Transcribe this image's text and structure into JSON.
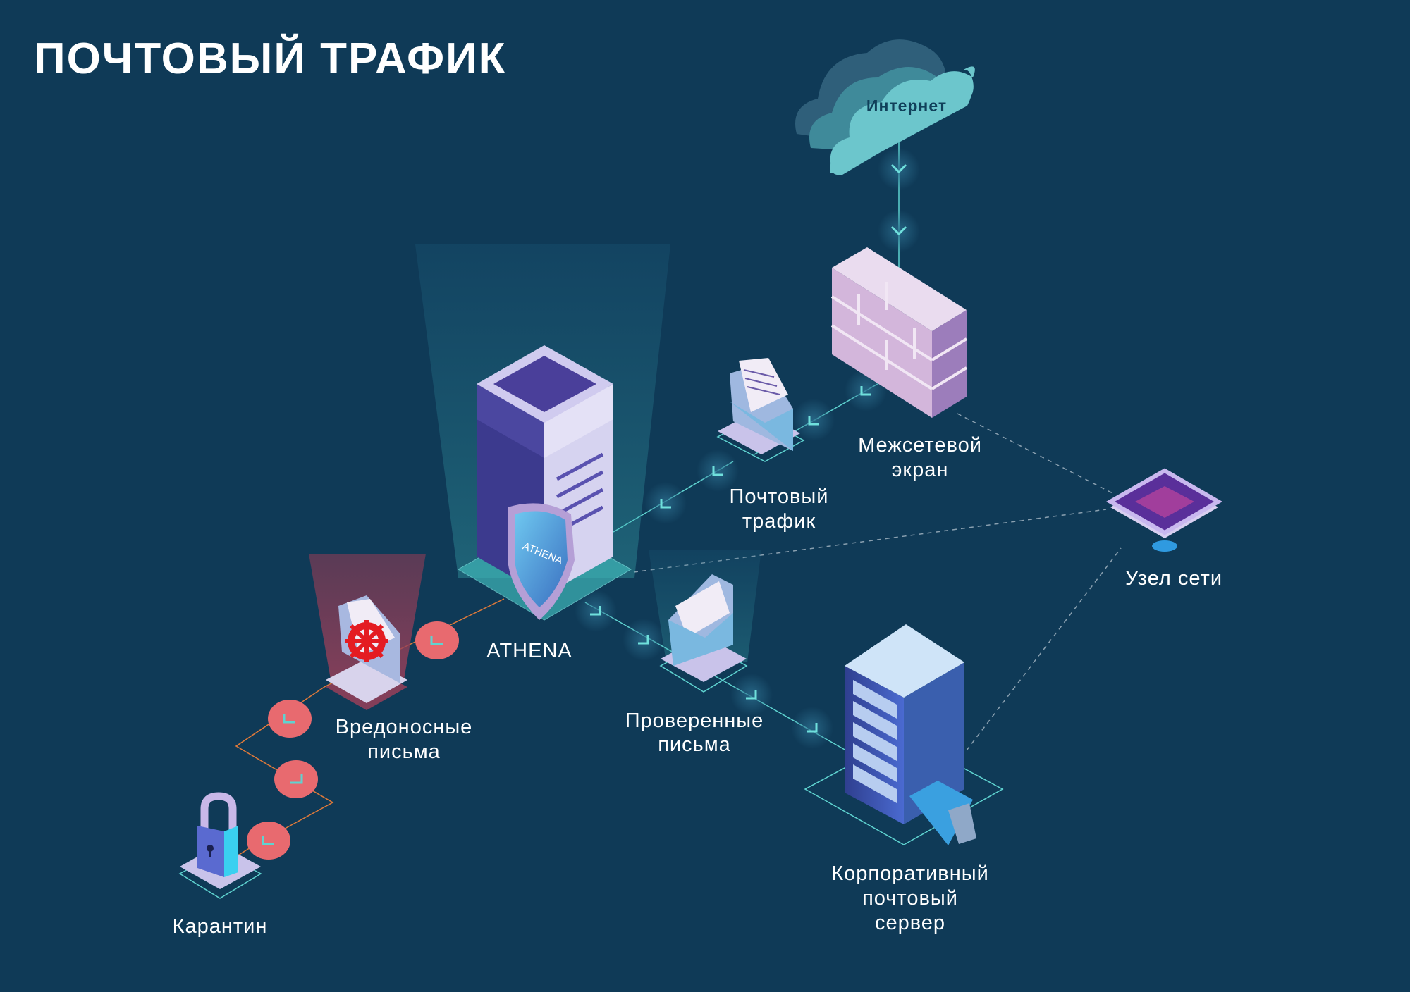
{
  "title": "ПОЧТОВЫЙ ТРАФИК",
  "nodes": {
    "internet": {
      "label": "Интернет"
    },
    "firewall": {
      "label_line1": "Межсетевой",
      "label_line2": "экран"
    },
    "mail_traffic": {
      "label_line1": "Почтовый",
      "label_line2": "трафик"
    },
    "athena": {
      "label": "ATHENA",
      "shield_text": "ATHENA"
    },
    "network_node": {
      "label": "Узел сети"
    },
    "verified": {
      "label_line1": "Проверенные",
      "label_line2": "письма"
    },
    "malicious": {
      "label_line1": "Вредоносные",
      "label_line2": "письма"
    },
    "quarantine": {
      "label": "Карантин"
    },
    "corporate_server": {
      "label_line1": "Корпоративный",
      "label_line2": "почтовый",
      "label_line3": "сервер"
    }
  },
  "colors": {
    "background": "#0f3a57",
    "flow_clean": "#5fd3d0",
    "flow_malicious": "#e07a3a",
    "malicious_marker": "#e86a6f",
    "cloud": "#6cc6cc",
    "firewall": "#d8bfe0"
  }
}
